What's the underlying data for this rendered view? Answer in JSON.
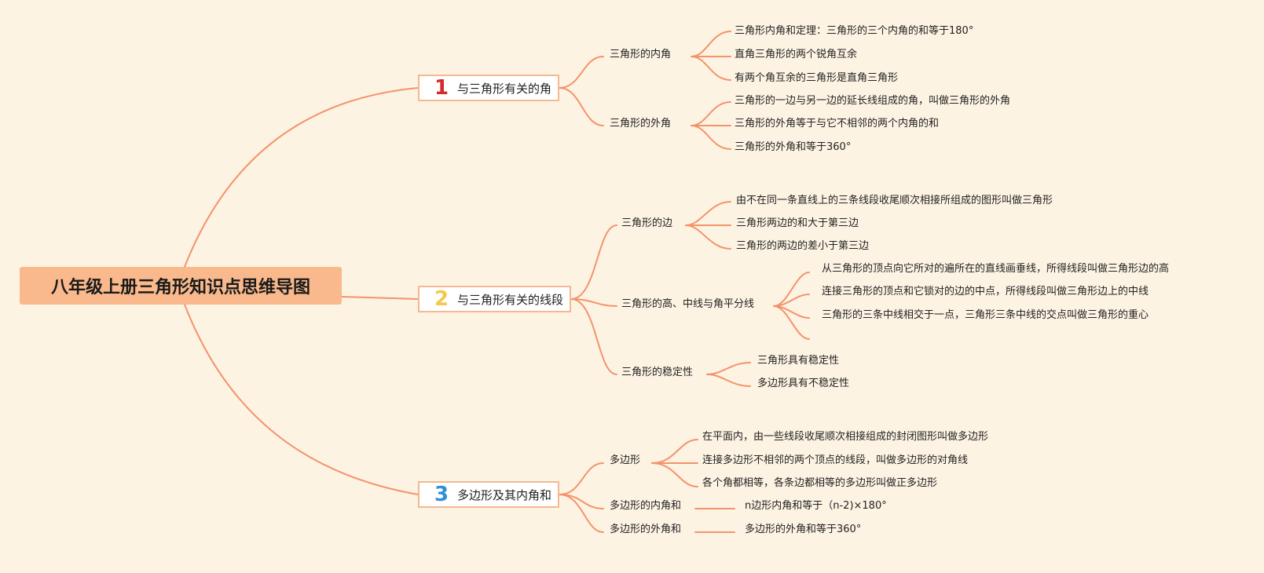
{
  "title": "八年级上册三角形知识点思维导图",
  "branches": [
    {
      "number": "1",
      "label": "与三角形有关的角",
      "subtopics": [
        {
          "label": "三角形的内角",
          "items": [
            "三角形内角和定理：三角形的三个内角的和等于180°",
            "直角三角形的两个锐角互余",
            "有两个角互余的三角形是直角三角形"
          ]
        },
        {
          "label": "三角形的外角",
          "items": [
            "三角形的一边与另一边的延长线组成的角，叫做三角形的外角",
            "三角形的外角等于与它不相邻的两个内角的和",
            "三角形的外角和等于360°"
          ]
        }
      ]
    },
    {
      "number": "2",
      "label": "与三角形有关的线段",
      "subtopics": [
        {
          "label": "三角形的边",
          "items": [
            "由不在同一条直线上的三条线段收尾顺次相接所组成的图形叫做三角形",
            "三角形两边的和大于第三边",
            "三角形的两边的差小于第三边"
          ]
        },
        {
          "label": "三角形的高、中线与角平分线",
          "items": [
            "从三角形的顶点向它所对的遍所在的直线画垂线，所得线段叫做三角形边的高",
            "连接三角形的顶点和它锁对的边的中点，所得线段叫做三角形边上的中线",
            "三角形的三条中线相交于一点，三角形三条中线的交点叫做三角形的重心"
          ]
        },
        {
          "label": "三角形的稳定性",
          "items": [
            "三角形具有稳定性",
            "多边形具有不稳定性"
          ]
        }
      ]
    },
    {
      "number": "3",
      "label": "多边形及其内角和",
      "subtopics": [
        {
          "label": "多边形",
          "items": [
            "在平面内，由一些线段收尾顺次相接组成的封闭图形叫做多边形",
            "连接多边形不相邻的两个顶点的线段，叫做多边形的对角线",
            "各个角都相等，各条边都相等的多边形叫做正多边形"
          ]
        },
        {
          "label": "多边形的内角和",
          "items": [
            "n边形内角和等于（n-2)×180°"
          ]
        },
        {
          "label": "多边形的外角和",
          "items": [
            "多边形的外角和等于360°"
          ]
        }
      ]
    }
  ],
  "colors": {
    "background": "#fdf3e3",
    "line": "#f3936b",
    "root_fill": "#f9b98c",
    "branch_border": "#f4b893",
    "badge_1": "#d32a2a",
    "badge_2": "#f2c94c",
    "badge_3": "#2f8fd8"
  }
}
